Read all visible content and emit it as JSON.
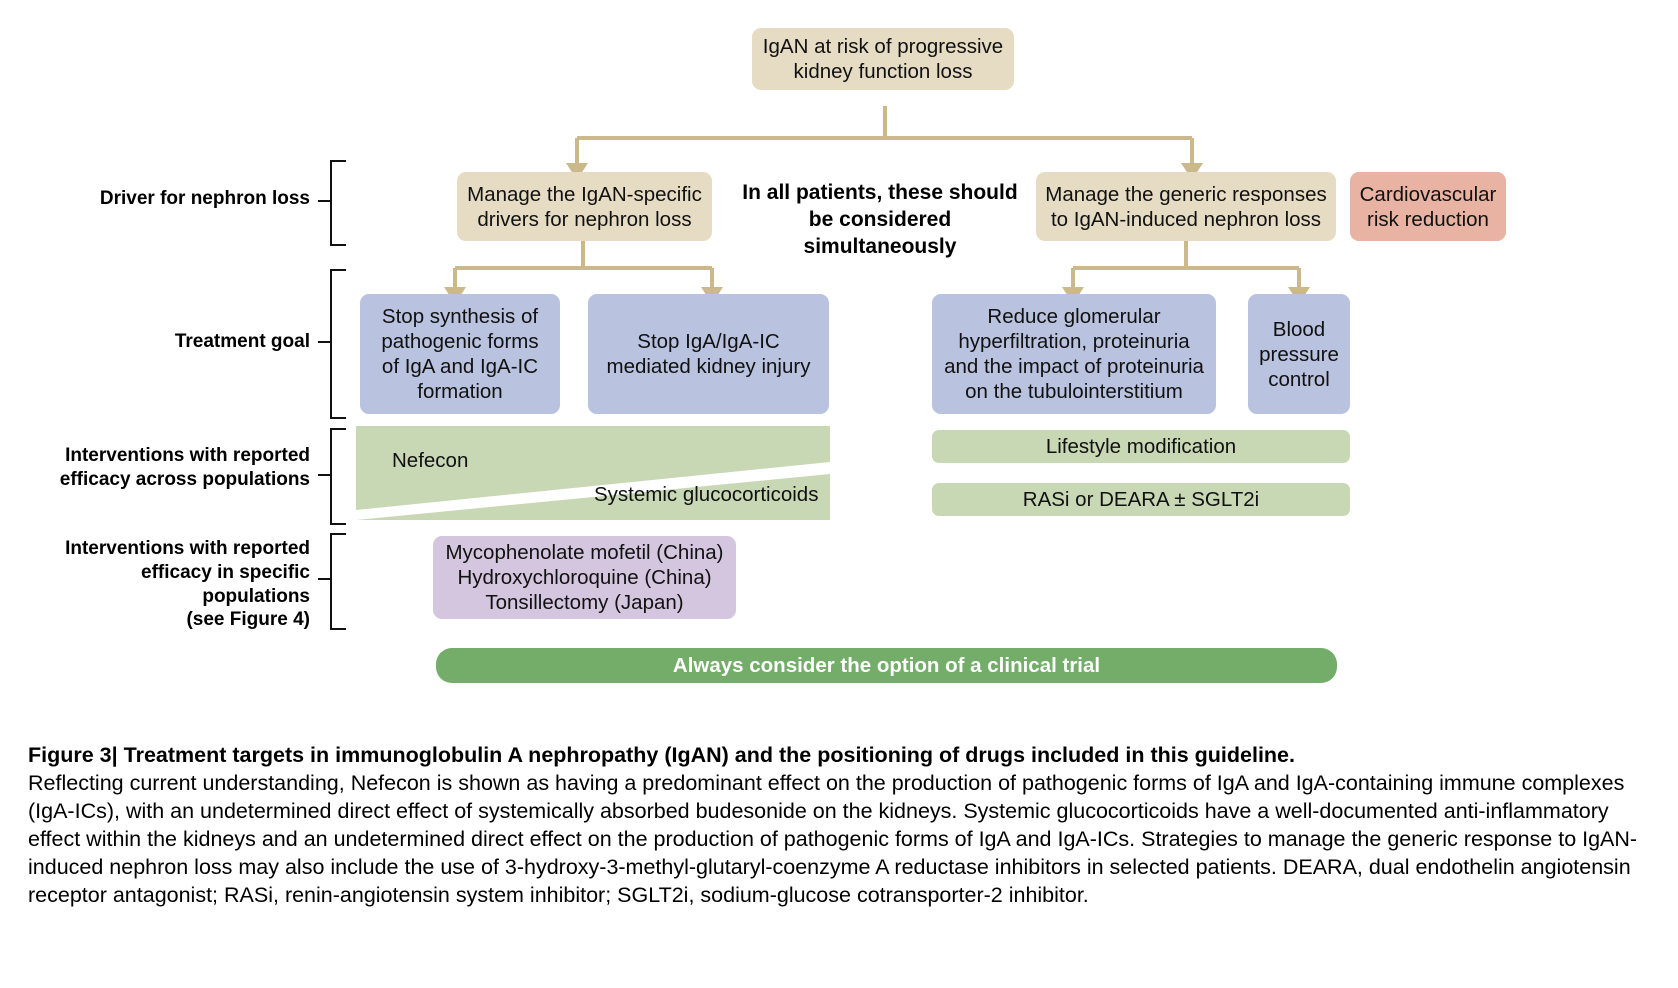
{
  "figure": {
    "number": "Figure 3",
    "separator": "|",
    "title": "Treatment targets in immunoglobulin A nephropathy (IgAN) and the positioning of drugs included in this guideline.",
    "body": "Reflecting current understanding, Nefecon is shown as having a predominant effect on the production of pathogenic forms of IgA and IgA-containing immune complexes (IgA-ICs), with an undetermined direct effect of systemically absorbed budesonide on the kidneys. Systemic glucocorticoids have a well-documented anti-inflammatory effect within the kidneys and an undetermined direct effect on the production of pathogenic forms of IgA and IgA-ICs. Strategies to manage the generic response to IgAN-induced nephron loss may also include the use of 3-hydroxy-3-methyl-glutaryl-coenzyme A reductase inhibitors in selected patients. DEARA, dual endothelin angiotensin receptor antagonist; RASi, renin-angiotensin system inhibitor; SGLT2i, sodium-glucose cotransporter-2 inhibitor."
  },
  "row_labels": {
    "driver": "Driver for nephron loss",
    "treatment_goal": "Treatment goal",
    "across_populations": "Interventions with reported\nefficacy across populations",
    "specific_populations": "Interventions with reported\nefficacy in specific populations\n(see Figure 4)"
  },
  "nodes": {
    "root": "IgAN at risk of progressive\nkidney function loss",
    "driver_left": "Manage the IgAN-specific\ndrivers for nephron loss",
    "driver_right": "Manage the generic responses\nto IgAN-induced nephron loss",
    "cardiovascular": "Cardiovascular\nrisk reduction",
    "simultaneous_note": "In all patients, these should\nbe considered simultaneously",
    "goal_1": "Stop synthesis of\npathogenic forms\nof IgA and IgA-IC\nformation",
    "goal_2": "Stop IgA/IgA-IC\nmediated kidney injury",
    "goal_3": "Reduce glomerular\nhyperfiltration, proteinuria\nand the impact of proteinuria\non the tubulointerstitium",
    "goal_4": "Blood\npressure\ncontrol",
    "wedge_top": "Nefecon",
    "wedge_bottom": "Systemic glucocorticoids",
    "lifestyle": "Lifestyle modification",
    "rasi": "RASi or DEARA ± SGLT2i",
    "specific": "Mycophenolate mofetil (China)\nHydroxychloroquine (China)\nTonsillectomy (Japan)",
    "clinical_trial": "Always consider the option of a clinical trial"
  },
  "colors": {
    "tan": "#e6dcc4",
    "salmon": "#e8b3a2",
    "blue": "#b9c2de",
    "green_light": "#c8d7b4",
    "purple": "#d4c6de",
    "green_solid": "#74ad6a",
    "connector": "#cbb88b",
    "text": "#111111"
  }
}
